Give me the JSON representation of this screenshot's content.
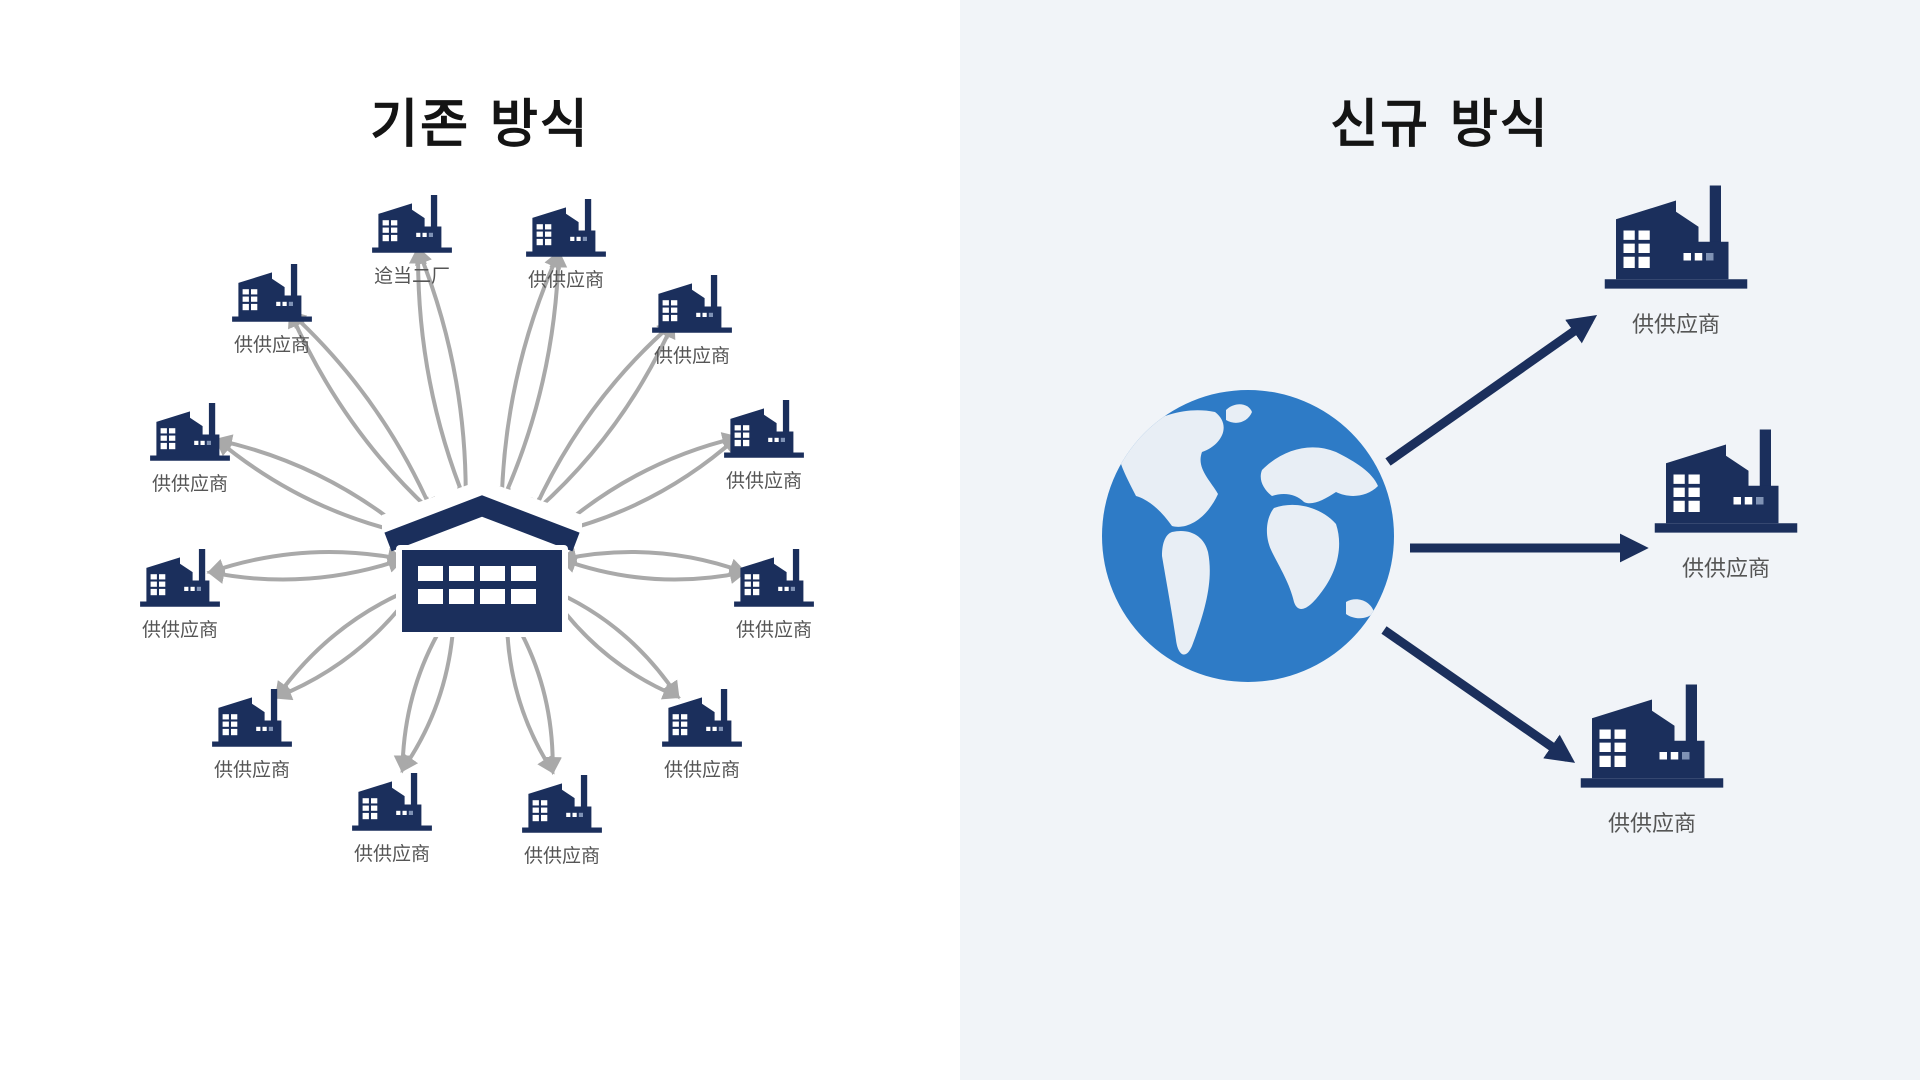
{
  "left": {
    "title": "기존 방식",
    "suppliers": [
      {
        "label": "供供应商"
      },
      {
        "label": "䢔当二厂"
      },
      {
        "label": "供供应商"
      },
      {
        "label": "供供应商"
      },
      {
        "label": "供供应商"
      },
      {
        "label": "供供应商"
      },
      {
        "label": "供供应商"
      },
      {
        "label": "供供应商"
      },
      {
        "label": "供供应商"
      },
      {
        "label": "供供应商"
      },
      {
        "label": "供供应商"
      },
      {
        "label": "供供应商"
      }
    ]
  },
  "right": {
    "title": "신규 방식",
    "suppliers": [
      {
        "label": "供供应商"
      },
      {
        "label": "供供应商"
      },
      {
        "label": "供供应商"
      }
    ]
  },
  "colors": {
    "navy": "#1b2f5c",
    "arrow_gray": "#a9a9a9",
    "globe_blue": "#2e7bc6",
    "land": "#e8eef5",
    "label_gray": "#555555"
  }
}
